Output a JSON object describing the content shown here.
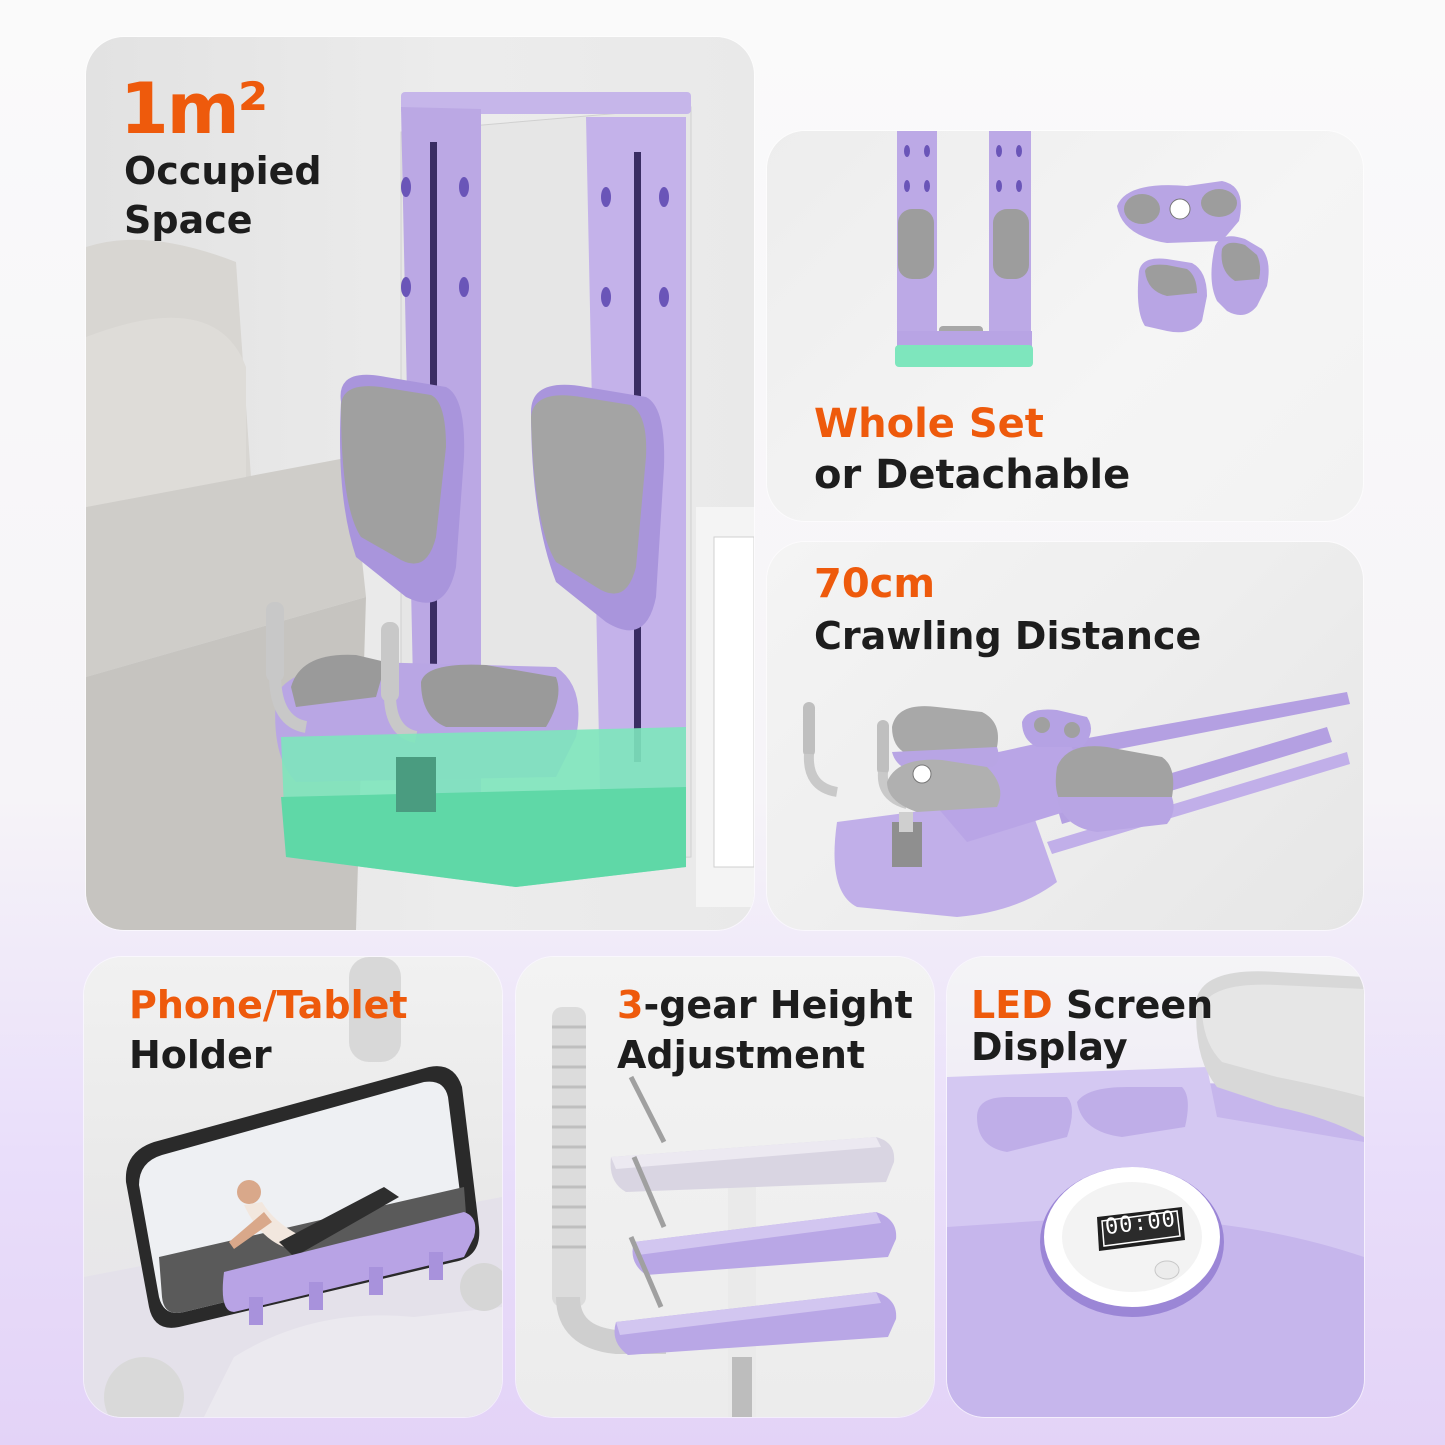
{
  "panels": {
    "space": {
      "value": "1m²",
      "line1": "Occupied",
      "line2": "Space"
    },
    "set": {
      "highlight": "Whole Set",
      "text": "or Detachable"
    },
    "crawl": {
      "value": "70cm",
      "text": "Crawling Distance"
    },
    "phone": {
      "highlight": "Phone/Tablet",
      "text": "Holder"
    },
    "gear": {
      "highlight": "3",
      "rest": "-gear Height",
      "line2": "Adjustment"
    },
    "led": {
      "highlight": "LED",
      "rest": " Screen Display",
      "timer": "00:00"
    }
  },
  "colors": {
    "accent": "#ee5a0c",
    "text": "#1d1d1d",
    "purple": "#b9a6e4",
    "green": "#6fe0b2",
    "gray": "#9d9d9d"
  }
}
